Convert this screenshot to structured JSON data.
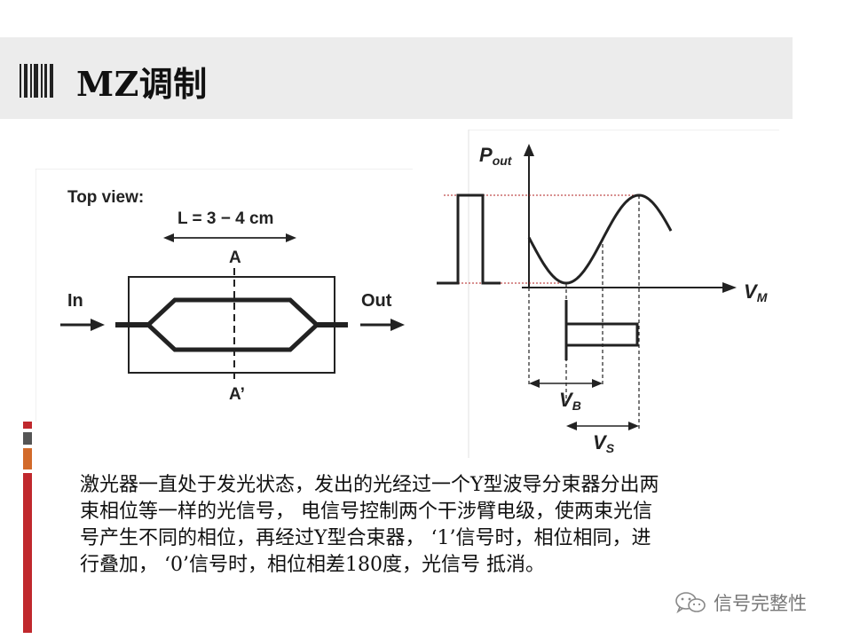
{
  "slide": {
    "title": "MZ调制",
    "description_lines": [
      "激光器一直处于发光状态，发出的光经过一个Y型波导分束器分出两",
      "束相位等一样的光信号， 电信号控制两个干涉臂电级，使两束光信",
      "号产生不同的相位，再经过Y型合束器， ‘1’信号时，相位相同，进",
      "行叠加， ‘0’信号时，相位相差180度，光信号 抵消。"
    ],
    "watermark": "信号完整性"
  },
  "modulator_diagram": {
    "top_view_label": "Top view:",
    "length_label": "L = 3 − 4 cm",
    "section_top_label": "A",
    "section_bottom_label": "A’",
    "input_label": "In",
    "output_label": "Out"
  },
  "transfer_plot": {
    "y_axis_label": "P",
    "y_axis_subscript": "out",
    "x_axis_label": "V",
    "x_axis_subscript": "M",
    "vb_label": "V",
    "vb_subscript": "B",
    "vs_label": "V",
    "vs_subscript": "S"
  },
  "colors": {
    "title_band": "#ececec",
    "accent_red": "#c0282d",
    "accent_orange": "#d26a2a",
    "accent_gray": "#555555",
    "guide_red": "#b02020",
    "line_dark": "#222222"
  },
  "icons": [
    "barcode-logo-icon",
    "wechat-icon"
  ]
}
